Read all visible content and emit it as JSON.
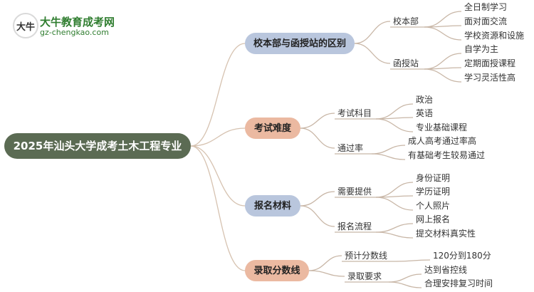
{
  "logo": {
    "title": "大牛教育成考网",
    "url": "gz-chengkao.com",
    "mark": "大牛"
  },
  "root": {
    "label": "2025年汕头大学成考土木工程专业"
  },
  "branches": [
    {
      "label": "校本部与函授站的区别",
      "color": "#b9c6dd",
      "groups": [
        {
          "label": "校本部",
          "items": [
            "全日制学习",
            "面对面交流",
            "学校资源和设施"
          ]
        },
        {
          "label": "函授站",
          "items": [
            "自学为主",
            "定期面授课程",
            "学习灵活性高"
          ]
        }
      ]
    },
    {
      "label": "考试难度",
      "color": "#ebb9a1",
      "groups": [
        {
          "label": "考试科目",
          "items": [
            "政治",
            "英语",
            "专业基础课程"
          ]
        },
        {
          "label": "通过率",
          "items": [
            "成人高考通过率高",
            "有基础考生较易通过"
          ]
        }
      ]
    },
    {
      "label": "报名材料",
      "color": "#b9c6dd",
      "groups": [
        {
          "label": "需要提供",
          "items": [
            "身份证明",
            "学历证明",
            "个人照片"
          ]
        },
        {
          "label": "报名流程",
          "items": [
            "网上报名",
            "提交材料真实性"
          ]
        }
      ]
    },
    {
      "label": "录取分数线",
      "color": "#ebb9a1",
      "groups": [
        {
          "label": "预计分数线",
          "items": [
            "120分到180分"
          ]
        },
        {
          "label": "录取要求",
          "items": [
            "达到省控线",
            "合理安排复习时间"
          ]
        }
      ]
    }
  ]
}
